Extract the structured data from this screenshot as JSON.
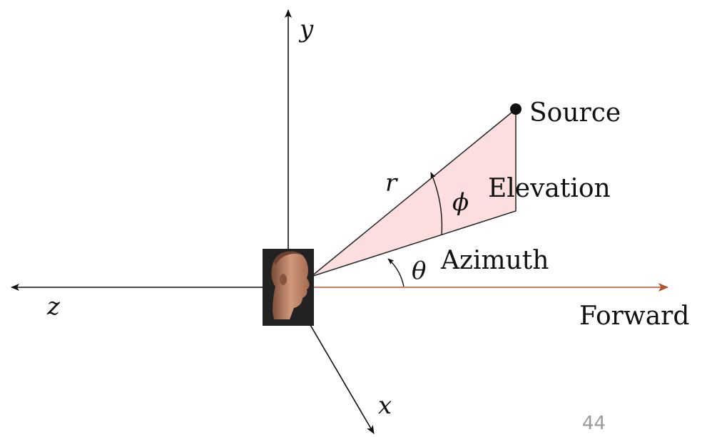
{
  "diagram": {
    "axes": {
      "y_label": "y",
      "z_label": "z",
      "x_label": "x",
      "forward_label": "Forward"
    },
    "source_label": "Source",
    "distance_label": "r",
    "elevation": {
      "symbol": "ϕ",
      "label": "Elevation"
    },
    "azimuth": {
      "symbol": "θ",
      "label": "Azimuth"
    },
    "colors": {
      "axis": "#111111",
      "forward_axis": "#b5532a",
      "wedge_fill": "#fcdede",
      "head_background": "#222222",
      "head_skin": "#c98a6a"
    },
    "icons": {
      "listener": "human-head-profile-icon"
    }
  },
  "page_number": "44"
}
